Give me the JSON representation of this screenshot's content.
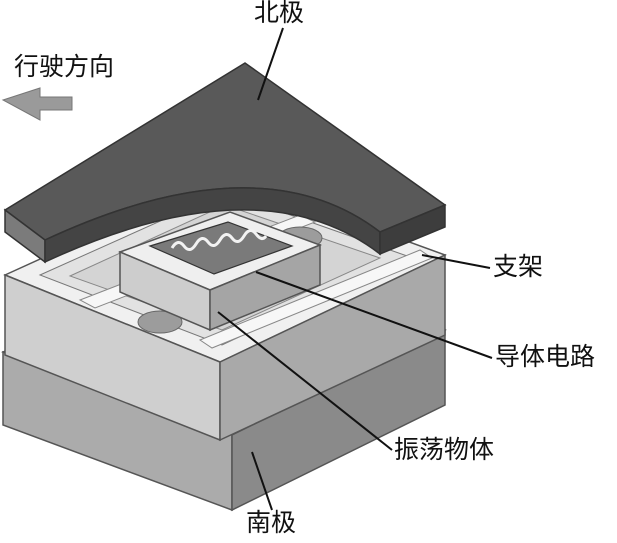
{
  "labels": {
    "north_pole": "北极",
    "driving_direction": "行驶方向",
    "bracket": "支架",
    "conductor_circuit": "导体电路",
    "vibrating_object": "振荡物体",
    "south_pole": "南极"
  }
}
